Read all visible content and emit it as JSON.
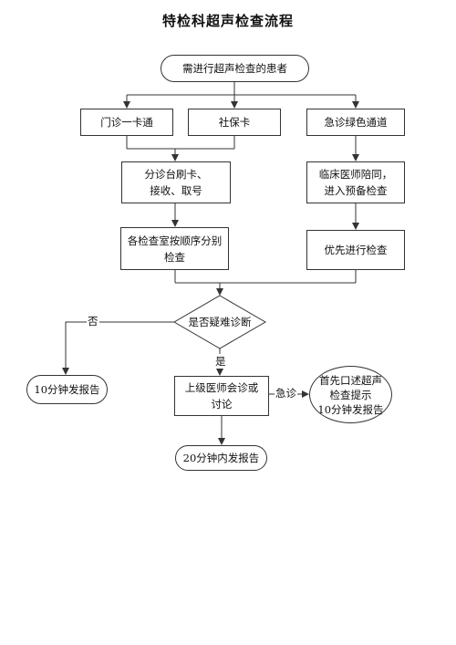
{
  "title": "特检科超声检查流程",
  "nodes": {
    "start": "需进行超声检查的患者",
    "clinic_card": "门诊一卡通",
    "social_card": "社保卡",
    "emergency_channel": "急诊绿色通道",
    "triage": "分诊台刷卡、\n接收、取号",
    "escort": "临床医师陪同，\n进入预备检查",
    "rooms": "各检查室按顺序分别\n检查",
    "priority": "优先进行检查",
    "decision": "是否疑难诊断",
    "report_10": "10分钟发报告",
    "consult": "上级医师会诊或\n讨论",
    "emergency_report": "首先口述超声\n检查提示\n10分钟发报告",
    "report_20": "20分钟内发报告"
  },
  "edge_labels": {
    "no": "否",
    "yes": "是",
    "emergency": "急诊"
  }
}
